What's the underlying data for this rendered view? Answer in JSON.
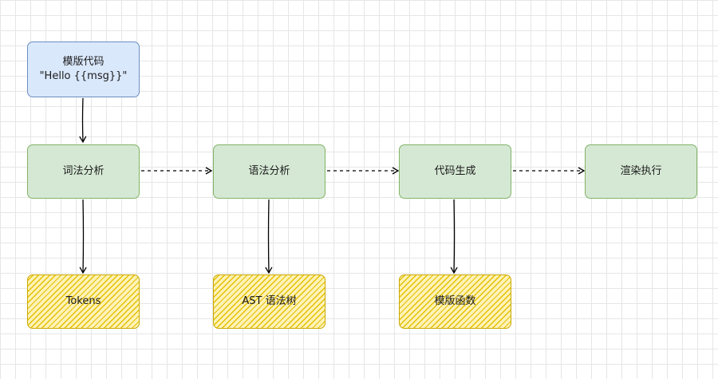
{
  "nodes": {
    "template_code": {
      "line1": "模版代码",
      "line2": "\"Hello {{msg}}\""
    },
    "lexical_analysis": "词法分析",
    "syntax_analysis": "语法分析",
    "code_generation": "代码生成",
    "render_execute": "渲染执行",
    "tokens": "Tokens",
    "ast": "AST 语法树",
    "template_function": "模版函数"
  },
  "colors": {
    "blue_fill": "#dae8fc",
    "blue_stroke": "#6c8ebf",
    "green_fill": "#d5e8d4",
    "green_stroke": "#82b366",
    "yellow_fill": "#fff2b8",
    "yellow_stroke": "#c8a800"
  }
}
